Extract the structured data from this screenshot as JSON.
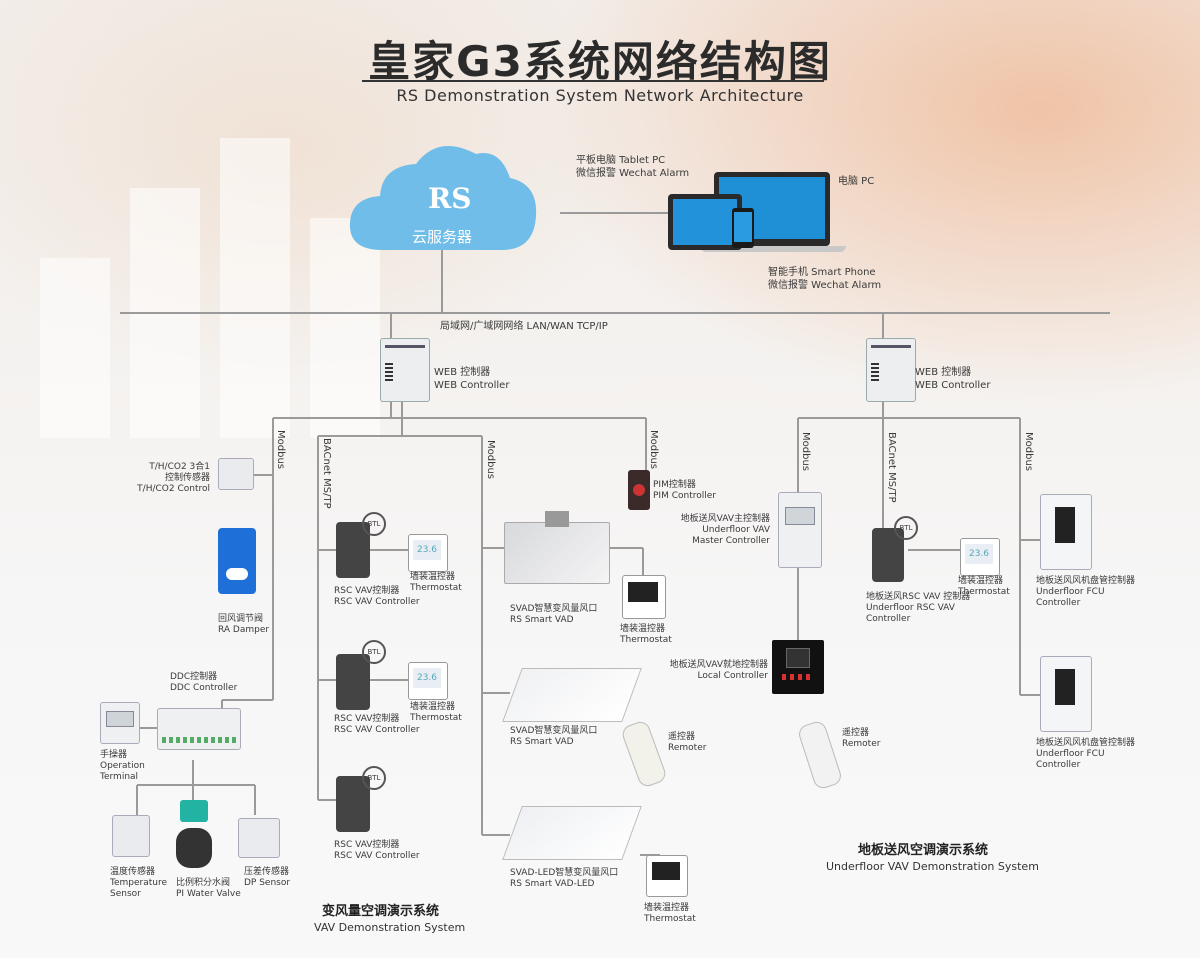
{
  "title": "皇家G3系统网络结构图",
  "subtitle": "RS Demonstration System Network Architecture",
  "cloud": {
    "label": "云服务器"
  },
  "devices": {
    "tablet": [
      "平板电脑  Tablet PC",
      "微信报警  Wechat Alarm"
    ],
    "pc": "电脑  PC",
    "phone": [
      "智能手机  Smart Phone",
      "微信报警  Wechat Alarm"
    ]
  },
  "network_label": "局域网/广域网网络 LAN/WAN    TCP/IP",
  "web_controller_left": [
    "WEB 控制器",
    "WEB Controller"
  ],
  "web_controller_right": [
    "WEB 控制器",
    "WEB Controller"
  ],
  "protocols": {
    "modbus_1": "Modbus",
    "bacnet_1": "BACnet MS/TP",
    "modbus_2": "Modbus",
    "modbus_3": "Modbus",
    "modbus_4": "Modbus",
    "bacnet_2": "BACnet MS/TP",
    "modbus_5": "Modbus"
  },
  "vav": {
    "th_sensor": [
      "T/H/CO2 3合1",
      "控制传感器",
      "T/H/CO2 Control"
    ],
    "ra_damper": [
      "回风调节阀",
      "RA Damper"
    ],
    "ddc": [
      "DDC控制器",
      "DDC Controller"
    ],
    "operator": [
      "手操器",
      "Operation",
      "Terminal"
    ],
    "temp_sensor": [
      "温度传感器",
      "Temperature",
      "Sensor"
    ],
    "water_valve": [
      "比例积分水阀",
      "PI Water Valve"
    ],
    "dp_sensor": [
      "压差传感器",
      "DP Sensor"
    ],
    "rsc_1": [
      "RSC VAV控制器",
      "RSC VAV Controller"
    ],
    "rsc_2": [
      "RSC VAV控制器",
      "RSC VAV Controller"
    ],
    "rsc_3": [
      "RSC VAV控制器",
      "RSC VAV Controller"
    ],
    "thermo_1": [
      "墙装温控器",
      "Thermostat"
    ],
    "thermo_2": [
      "墙装温控器",
      "Thermostat"
    ],
    "thermo_display": "23.6",
    "pim": [
      "PIM控制器",
      "PIM Controller"
    ],
    "svad_1": [
      "SVAD智慧变风量风口",
      "RS Smart VAD"
    ],
    "svad_thermo": [
      "墙装温控器",
      "Thermostat"
    ],
    "svad_2": [
      "SVAD智慧变风量风口",
      "RS Smart VAD"
    ],
    "remote_1": [
      "遥控器",
      "Remoter"
    ],
    "svad_led": [
      "SVAD-LED智慧变风量风口",
      "RS Smart VAD-LED"
    ],
    "led_thermo": [
      "墙装温控器",
      "Thermostat"
    ],
    "system_cn": "变风量空调演示系统",
    "system_en": "VAV Demonstration System"
  },
  "underfloor": {
    "master": [
      "地板送风VAV主控制器",
      "Underfloor  VAV",
      "Master Controller"
    ],
    "local": [
      "地板送风VAV就地控制器",
      "Local Controller"
    ],
    "remote": [
      "遥控器",
      "Remoter"
    ],
    "rsc": [
      "地板送风RSC VAV 控制器",
      "Underfloor  RSC VAV",
      "Controller"
    ],
    "thermo": [
      "墙装温控器",
      "Thermostat"
    ],
    "fcu_1": [
      "地板送风风机盘管控制器",
      "Underfloor FCU",
      "Controller"
    ],
    "fcu_2": [
      "地板送风风机盘管控制器",
      "Underfloor FCU",
      "Controller"
    ],
    "system_cn": "地板送风空调演示系统",
    "system_en": "Underfloor VAV Demonstration System"
  },
  "colors": {
    "cloud": "#6fbde8",
    "screen": "#1f8fd6",
    "wire": "#9a9a9a",
    "device": "#e9ebee",
    "accent": "#d93030"
  }
}
